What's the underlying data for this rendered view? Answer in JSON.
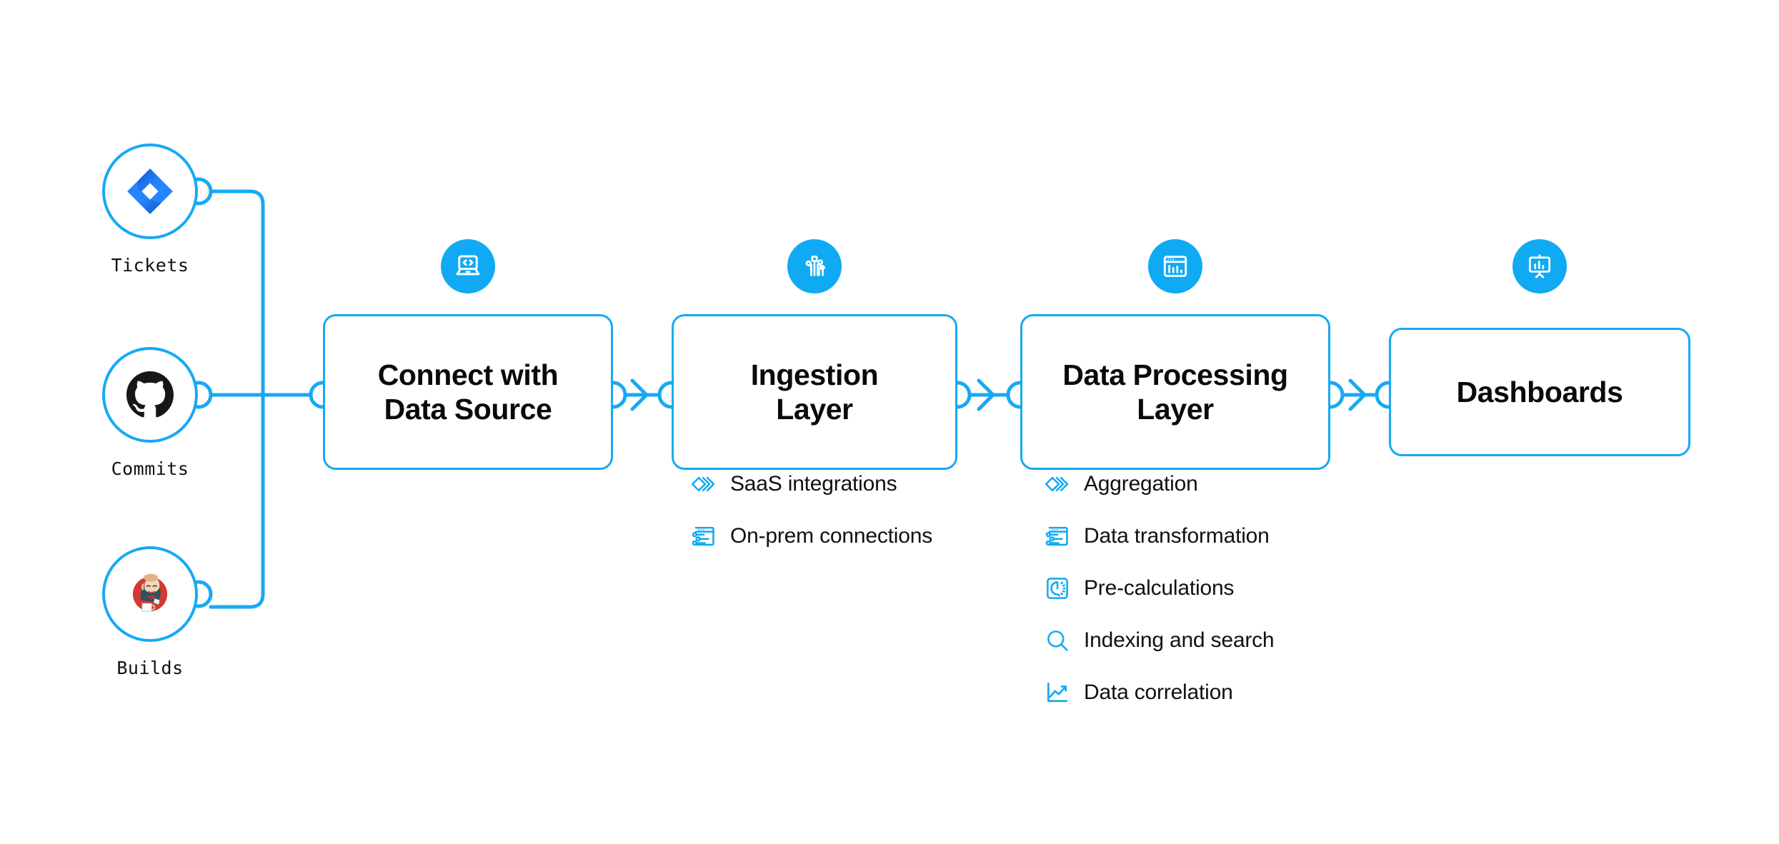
{
  "theme": {
    "accent_blue": "#17A9F4",
    "badge_blue": "#0FAAF3",
    "icon_blue": "#0FAAF3",
    "text_dark": "#0a0a0a",
    "background": "#ffffff",
    "jira_blue": "#2684FF",
    "jira_blue_dark": "#1868DB",
    "github_black": "#181717",
    "jenkins_red": "#D33833"
  },
  "sources": [
    {
      "label": "Tickets",
      "icon": "jira-icon"
    },
    {
      "label": "Commits",
      "icon": "github-icon"
    },
    {
      "label": "Builds",
      "icon": "jenkins-icon"
    }
  ],
  "stages": [
    {
      "title": "Connect with\nData Source",
      "title_lines": [
        "Connect with",
        "Data Source"
      ],
      "badge_icon": "laptop-code-icon",
      "features": []
    },
    {
      "title": "Ingestion\nLayer",
      "title_lines": [
        "Ingestion",
        "Layer"
      ],
      "badge_icon": "circuit-nodes-icon",
      "features": [
        {
          "label": "SaaS integrations",
          "icon": "layered-chevrons-icon"
        },
        {
          "label": "On-prem connections",
          "icon": "browser-sliders-icon"
        }
      ]
    },
    {
      "title": "Data Processing\nLayer",
      "title_lines": [
        "Data Processing",
        "Layer"
      ],
      "badge_icon": "browser-chart-icon",
      "features": [
        {
          "label": "Aggregation",
          "icon": "layered-chevrons-icon"
        },
        {
          "label": "Data transformation",
          "icon": "browser-sliders-icon"
        },
        {
          "label": "Pre-calculations",
          "icon": "gauge-square-icon"
        },
        {
          "label": "Indexing and search",
          "icon": "magnifier-icon"
        },
        {
          "label": "Data correlation",
          "icon": "line-chart-icon"
        }
      ]
    },
    {
      "title": "Dashboards",
      "title_lines": [
        "Dashboards"
      ],
      "badge_icon": "presentation-chart-icon",
      "features": []
    }
  ],
  "connectors": {
    "arrow_count": 3,
    "port_count": 9,
    "description": "Three source nodes merge onto a vertical bus that feeds the first stage; stages chained left to right with arrowheads."
  }
}
